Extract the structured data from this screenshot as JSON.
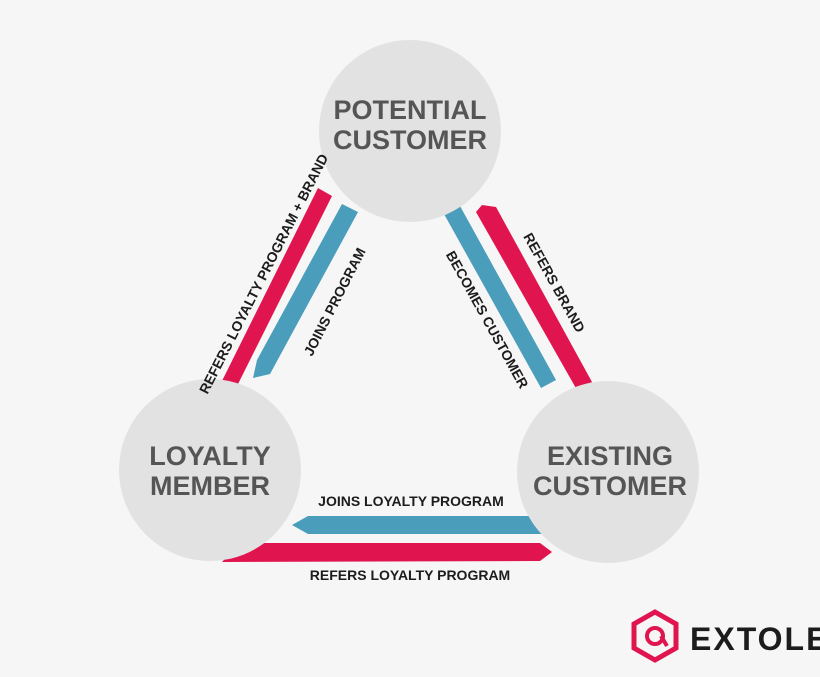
{
  "nodes": {
    "potential": {
      "line1": "POTENTIAL",
      "line2": "CUSTOMER"
    },
    "loyalty": {
      "line1": "LOYALTY",
      "line2": "MEMBER"
    },
    "existing": {
      "line1": "EXISTING",
      "line2": "CUSTOMER"
    }
  },
  "arrows": {
    "refers_loyalty_program_brand": "REFERS LOYALTY PROGRAM + BRAND",
    "joins_program": "JOINS PROGRAM",
    "becomes_customer": "BECOMES CUSTOMER",
    "refers_brand": "REFERS BRAND",
    "joins_loyalty_program": "JOINS LOYALTY PROGRAM",
    "refers_loyalty_program": "REFERS LOYALTY PROGRAM"
  },
  "brand": {
    "name": "EXTOLE"
  },
  "colors": {
    "background": "#f6f6f6",
    "circle": "#e2e2e2",
    "node_text": "#555555",
    "red_arrow": "#e0144e",
    "blue_arrow": "#4a9dbb",
    "label_text": "#1c1c1c",
    "logo": "#e0144e"
  }
}
